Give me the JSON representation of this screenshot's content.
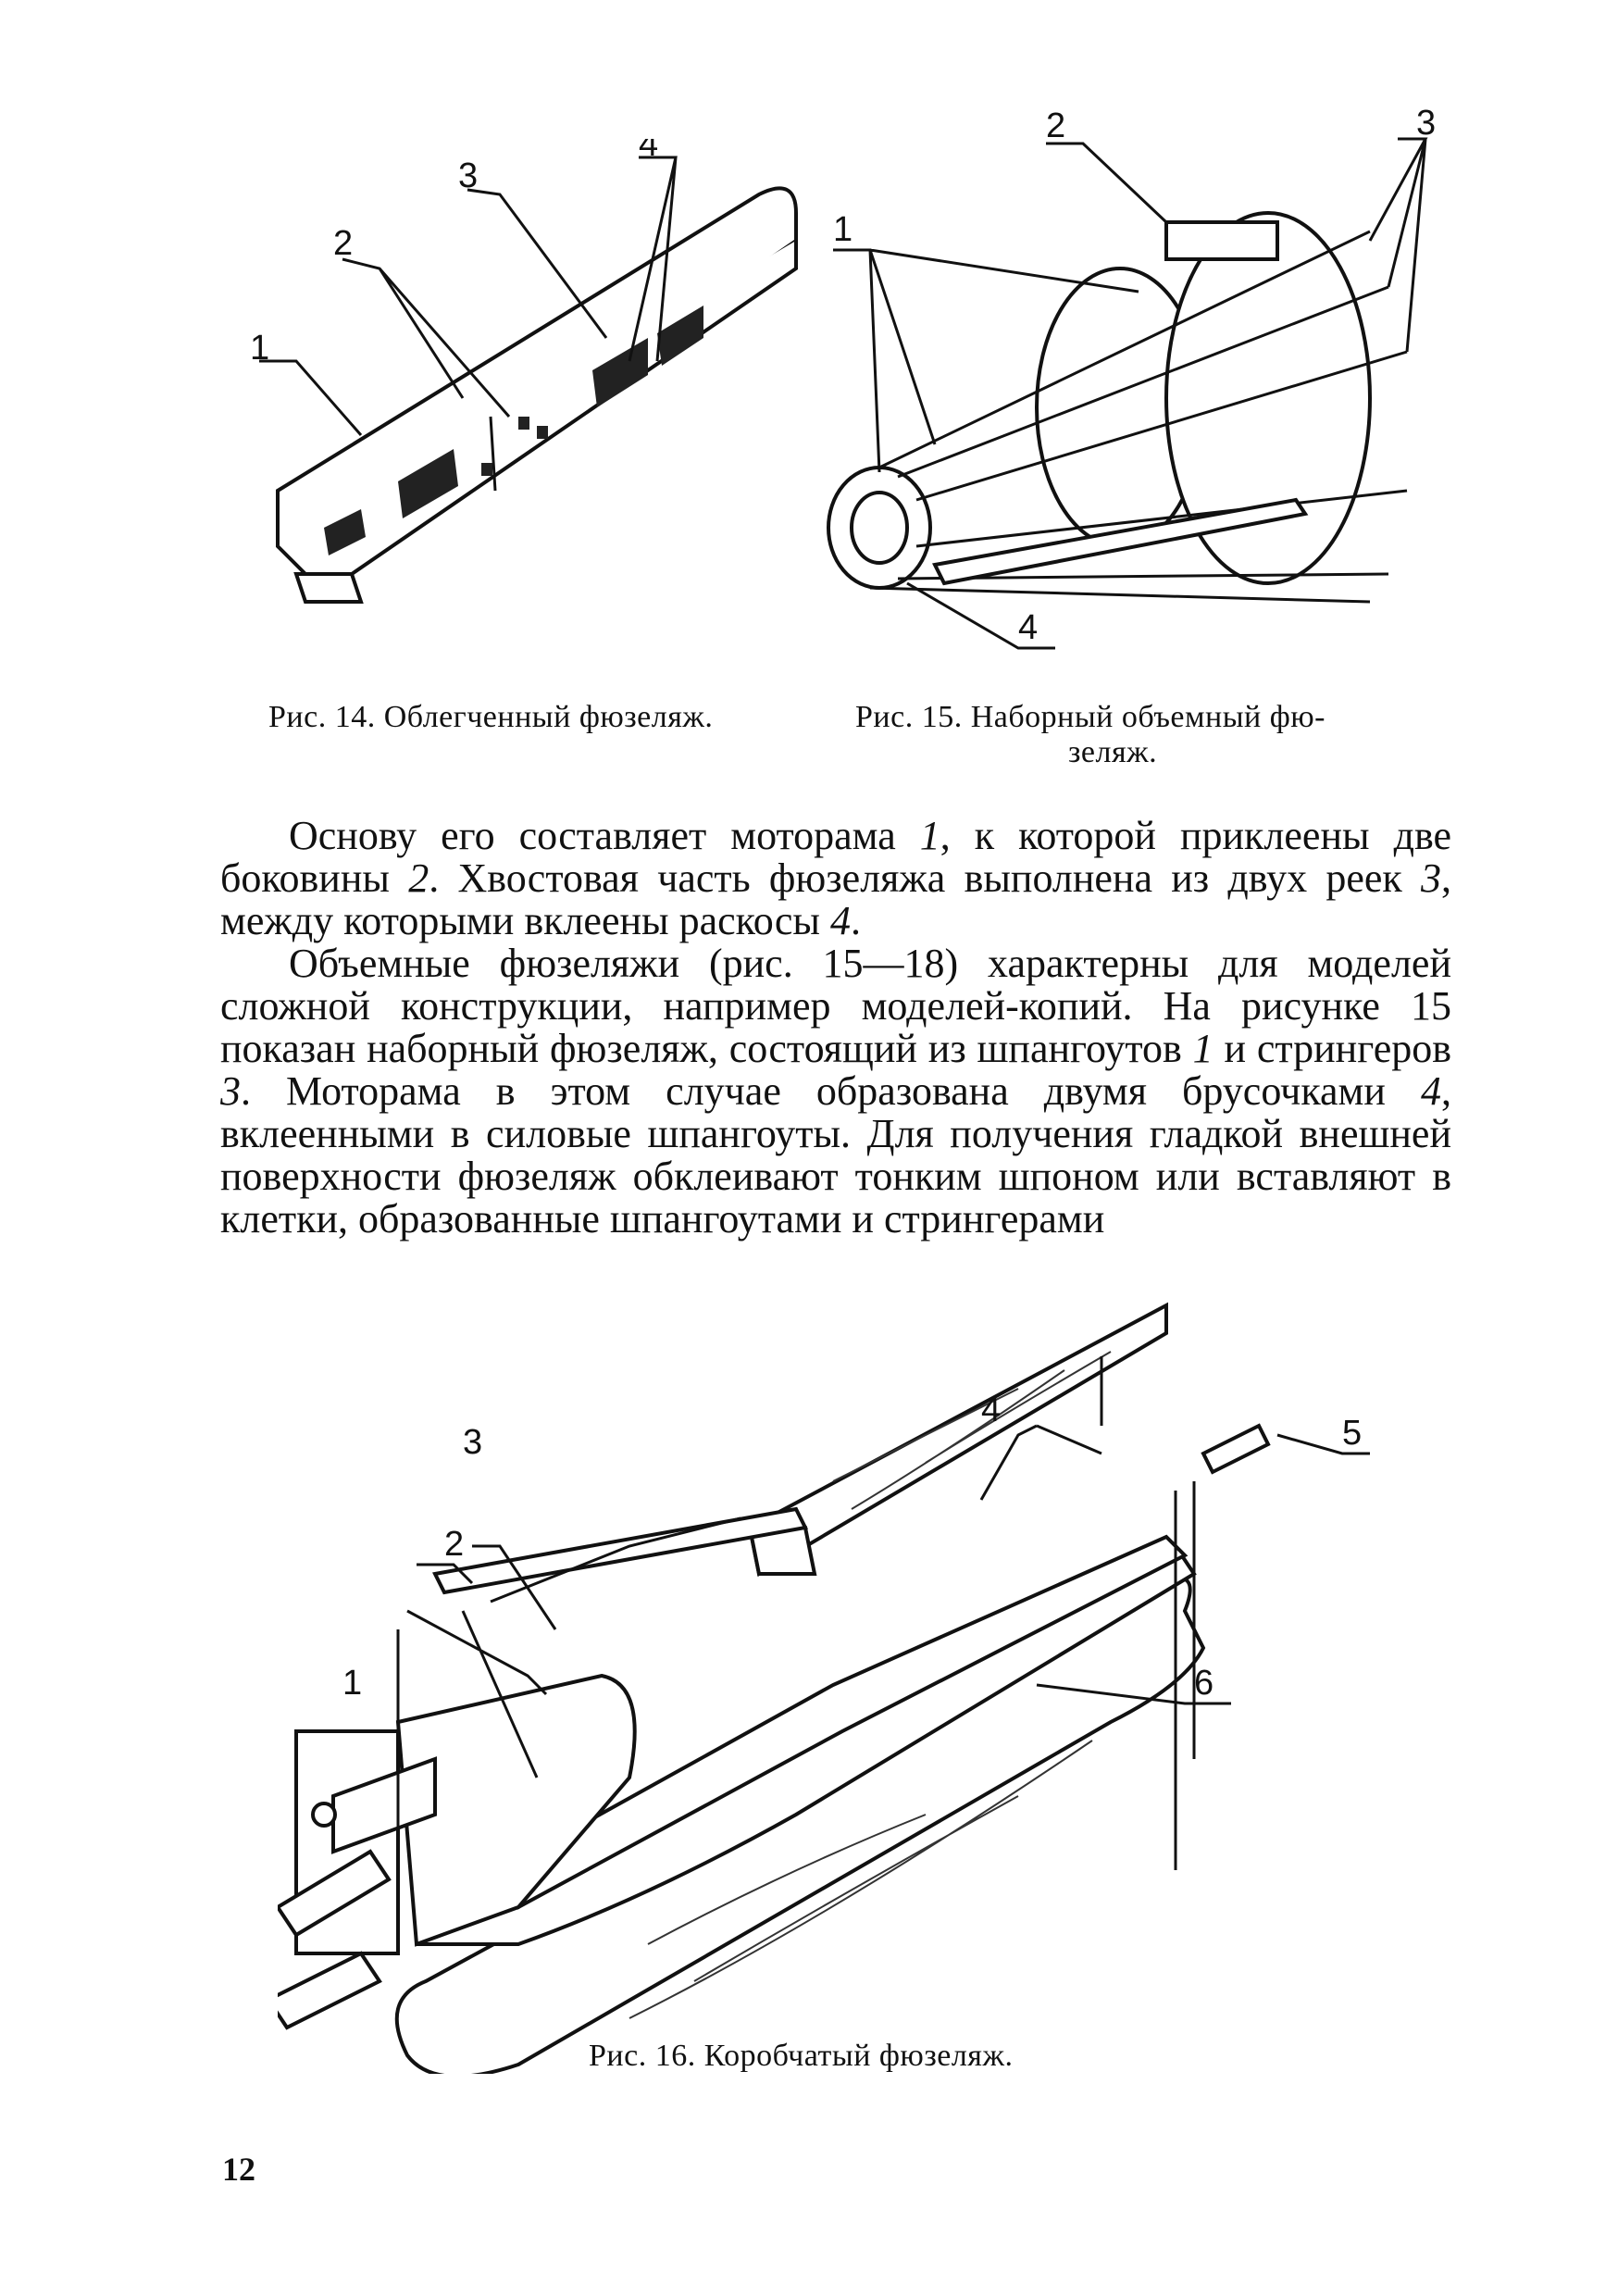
{
  "figures": {
    "fig14": {
      "caption": "Рис. 14. Облегченный фюзеляж.",
      "labels": [
        "1",
        "2",
        "3",
        "4"
      ]
    },
    "fig15": {
      "caption_line1": "Рис. 15.  Наборный  объемный  фю-",
      "caption_line2": "зеляж.",
      "labels": [
        "1",
        "2",
        "3",
        "4"
      ]
    },
    "fig16": {
      "caption": "Рис. 16. Коробчатый фюзеляж.",
      "labels": [
        "1",
        "2",
        "3",
        "4",
        "5",
        "6"
      ]
    }
  },
  "body": {
    "p1": [
      "Основу его составляет моторама ",
      "1",
      ", к которой приклеены две боковины ",
      "2",
      ". Хвостовая часть фюзеляжа выполнена из двух реек ",
      "3",
      ", между которыми вклеены раскосы ",
      "4",
      "."
    ],
    "p2": [
      "Объемные фюзеляжи (рис. 15—18) характерны для моделей сложной конструкции, например моделей-копий. На рисунке 15 показан наборный фюзеляж, состоящий из шпангоутов ",
      "1",
      " и стрингеров ",
      "3",
      ". Моторама в этом случае образована двумя брусочками ",
      "4",
      ", вклеенными в силовые шпангоуты. Для получения гладкой внешней поверхности фюзеляж обклеивают тонким шпоном или вставляют в клетки, образованные шпангоутами и стрингерами"
    ]
  },
  "page_number": "12"
}
